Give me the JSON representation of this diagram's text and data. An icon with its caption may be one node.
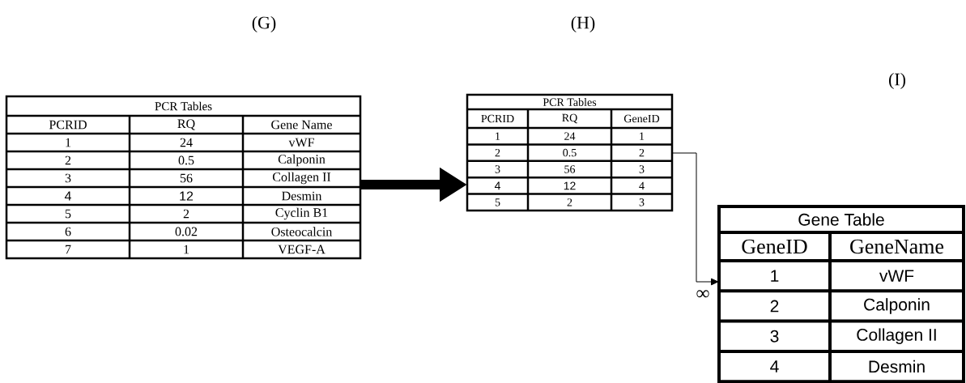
{
  "diagram": {
    "nodes": [
      {
        "text": [
          "PCR Tables",
          "PCRID",
          "RQ",
          "Gene Name",
          "1",
          "24",
          "vWF",
          "2",
          "0.5",
          "Calponin",
          "3",
          "56",
          "Collagen II",
          "4",
          "12",
          "Desmin",
          "5",
          "2",
          "Cyclin B1",
          "6",
          "0.02",
          "Osteocalcin",
          "7",
          "1",
          "VEGF-A"
        ],
        "beside": [
          "(G)"
        ]
      },
      {
        "text": [
          "PCR Tables",
          "PCRID",
          "RQ",
          "GeneID",
          "1",
          "24",
          "1",
          "2",
          "0.5",
          "2",
          "3",
          "56",
          "3",
          "4",
          "12",
          "4",
          "5",
          "2",
          "3"
        ],
        "beside": [
          "(H)"
        ]
      },
      {
        "text": [
          "Gene Table",
          "GeneID",
          "GeneName",
          "1",
          "vWF",
          "2",
          "Calponin",
          "3",
          "Collagen II",
          "4",
          "Desmin"
        ]
      }
    ],
    "edges": [
      {
        "from": 0,
        "to": 1,
        "arrow": "to",
        "style": "thick"
      },
      {
        "from": 1,
        "to": 2,
        "arrow": "to",
        "label": "∞"
      }
    ],
    "labels": [
      "(I)"
    ]
  }
}
